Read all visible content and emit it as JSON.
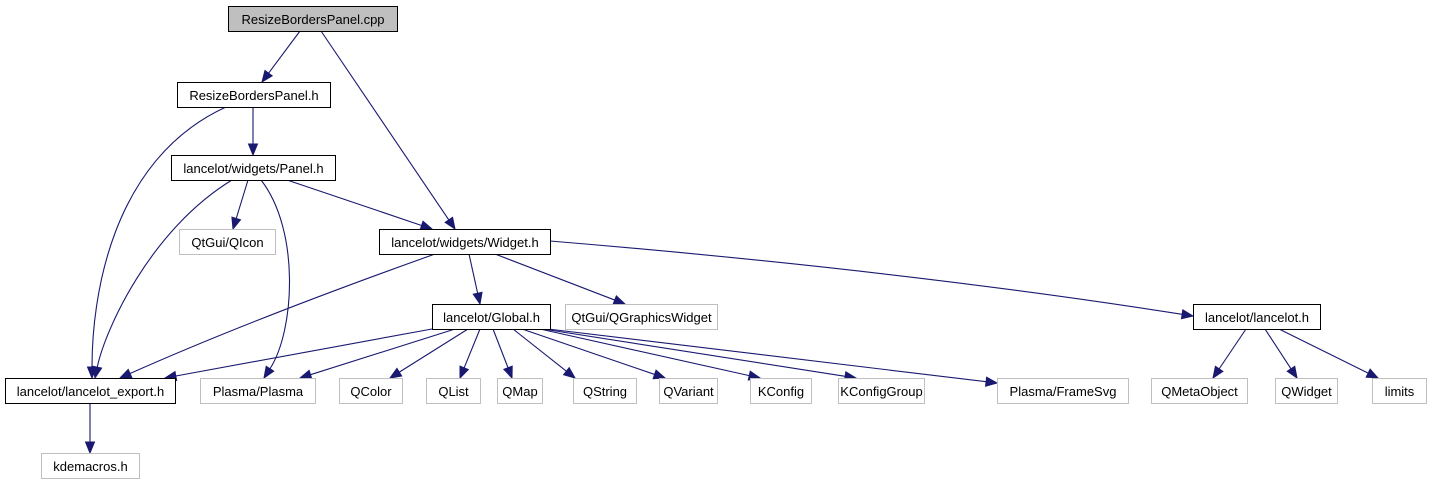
{
  "diagram": {
    "type": "include-dependency-graph",
    "colors": {
      "edge": "#191970",
      "root_fill": "#bfbfbf",
      "root_border": "#000000",
      "documented_border": "#000000",
      "external_border": "#bfbfbf",
      "background": "#ffffff"
    },
    "nodes": [
      {
        "id": "n0",
        "label": "ResizeBordersPanel.cpp",
        "kind": "root"
      },
      {
        "id": "n1",
        "label": "ResizeBordersPanel.h",
        "kind": "documented"
      },
      {
        "id": "n2",
        "label": "lancelot/widgets/Panel.h",
        "kind": "documented"
      },
      {
        "id": "n3",
        "label": "QtGui/QIcon",
        "kind": "external"
      },
      {
        "id": "n4",
        "label": "lancelot/widgets/Widget.h",
        "kind": "documented"
      },
      {
        "id": "n5",
        "label": "lancelot/Global.h",
        "kind": "documented"
      },
      {
        "id": "n6",
        "label": "QtGui/QGraphicsWidget",
        "kind": "external"
      },
      {
        "id": "n7",
        "label": "lancelot/lancelot.h",
        "kind": "documented"
      },
      {
        "id": "n8",
        "label": "lancelot/lancelot_export.h",
        "kind": "documented"
      },
      {
        "id": "n9",
        "label": "Plasma/Plasma",
        "kind": "external"
      },
      {
        "id": "n10",
        "label": "QColor",
        "kind": "external"
      },
      {
        "id": "n11",
        "label": "QList",
        "kind": "external"
      },
      {
        "id": "n12",
        "label": "QMap",
        "kind": "external"
      },
      {
        "id": "n13",
        "label": "QString",
        "kind": "external"
      },
      {
        "id": "n14",
        "label": "QVariant",
        "kind": "external"
      },
      {
        "id": "n15",
        "label": "KConfig",
        "kind": "external"
      },
      {
        "id": "n16",
        "label": "KConfigGroup",
        "kind": "external"
      },
      {
        "id": "n17",
        "label": "Plasma/FrameSvg",
        "kind": "external"
      },
      {
        "id": "n18",
        "label": "QMetaObject",
        "kind": "external"
      },
      {
        "id": "n19",
        "label": "QWidget",
        "kind": "external"
      },
      {
        "id": "n20",
        "label": "limits",
        "kind": "external"
      },
      {
        "id": "n21",
        "label": "kdemacros.h",
        "kind": "external"
      }
    ],
    "edges": [
      {
        "from": "n0",
        "to": "n1"
      },
      {
        "from": "n0",
        "to": "n4"
      },
      {
        "from": "n1",
        "to": "n8"
      },
      {
        "from": "n1",
        "to": "n2"
      },
      {
        "from": "n2",
        "to": "n8"
      },
      {
        "from": "n2",
        "to": "n3"
      },
      {
        "from": "n2",
        "to": "n9"
      },
      {
        "from": "n2",
        "to": "n4"
      },
      {
        "from": "n4",
        "to": "n8"
      },
      {
        "from": "n4",
        "to": "n5"
      },
      {
        "from": "n4",
        "to": "n6"
      },
      {
        "from": "n4",
        "to": "n7"
      },
      {
        "from": "n5",
        "to": "n8"
      },
      {
        "from": "n5",
        "to": "n9"
      },
      {
        "from": "n5",
        "to": "n10"
      },
      {
        "from": "n5",
        "to": "n11"
      },
      {
        "from": "n5",
        "to": "n12"
      },
      {
        "from": "n5",
        "to": "n13"
      },
      {
        "from": "n5",
        "to": "n14"
      },
      {
        "from": "n5",
        "to": "n15"
      },
      {
        "from": "n5",
        "to": "n16"
      },
      {
        "from": "n5",
        "to": "n17"
      },
      {
        "from": "n7",
        "to": "n18"
      },
      {
        "from": "n7",
        "to": "n19"
      },
      {
        "from": "n7",
        "to": "n20"
      },
      {
        "from": "n8",
        "to": "n21"
      }
    ]
  }
}
